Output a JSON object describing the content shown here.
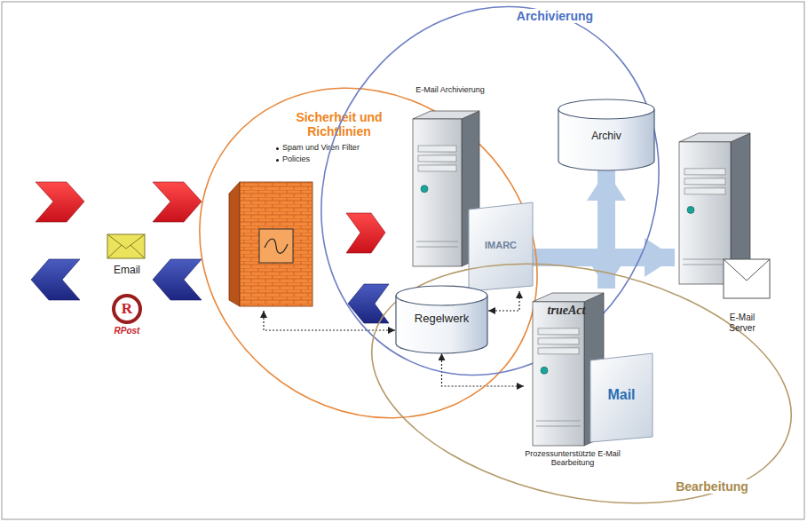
{
  "diagram": {
    "nodes": [
      {
        "text": [
          "Sicherheit und Richtlinien"
        ]
      },
      {
        "text": [
          "Archivierung"
        ]
      },
      {
        "text": [
          "Bearbeitung"
        ]
      },
      {
        "text": [
          "Spam und Viren Filter",
          "Policies"
        ],
        "in": 0
      },
      {
        "text": [
          "E-Mail Archivierung"
        ],
        "in": 1
      },
      {
        "text": [
          "IMARC"
        ],
        "in": 4
      },
      {
        "text": [
          "Archiv"
        ],
        "in": 1
      },
      {
        "text": [
          "Regelwerk"
        ]
      },
      {
        "text": [
          "trueAct",
          "Prozessunterstützte E-Mail Bearbeitung"
        ],
        "in": 2
      },
      {
        "text": [
          "Mail"
        ],
        "in": 8
      },
      {
        "text": [
          "E-Mail Server"
        ]
      }
    ],
    "edges": [
      {
        "from": 4,
        "to": 6,
        "arrow": "to"
      },
      {
        "from": 4,
        "to": 10,
        "arrow": "to"
      },
      {
        "from": 4,
        "to": 8,
        "arrow": "to"
      },
      {
        "from": 7,
        "to": 3,
        "arrow": "both"
      },
      {
        "from": 7,
        "to": 5,
        "arrow": "both"
      },
      {
        "from": 7,
        "to": 8,
        "arrow": "both"
      }
    ],
    "labels": [
      "Email",
      "R",
      "RPost"
    ]
  }
}
